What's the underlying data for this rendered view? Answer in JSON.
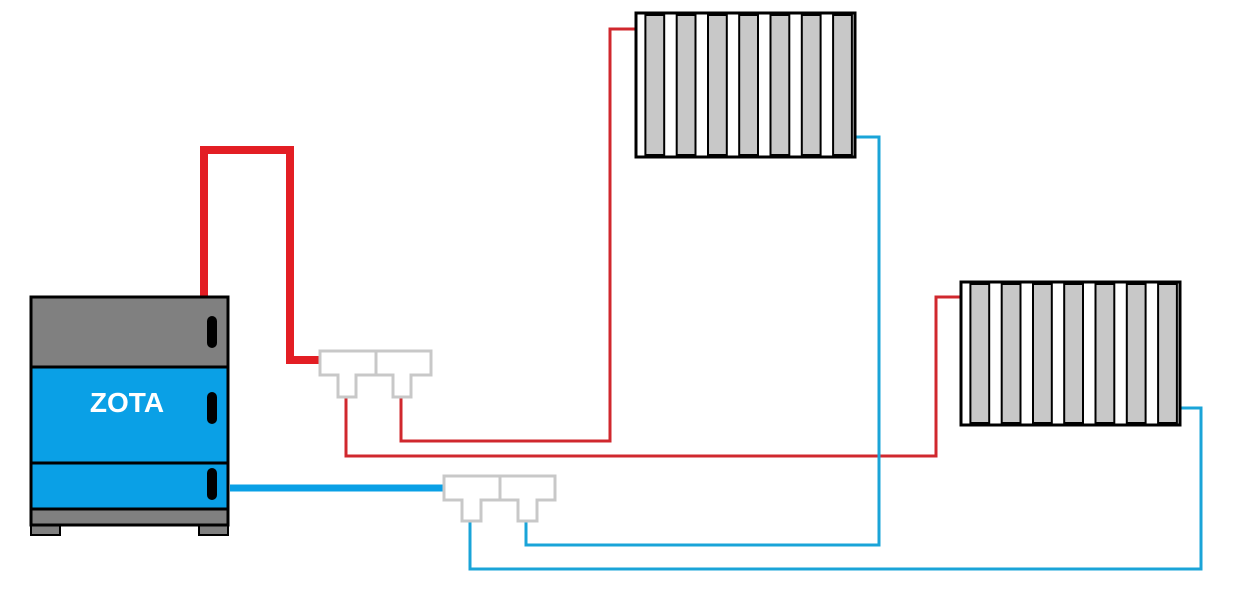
{
  "diagram": {
    "boiler": {
      "label": "ZOTA",
      "body_color": "#0aa0e6",
      "panel_color": "#808080"
    },
    "colors": {
      "supply": "#e31e24",
      "return": "#0aa0e6",
      "supply_thin": "#d0282e",
      "return_thin": "#1aa4d8",
      "radiator_fin": "#c8c8c8",
      "fitting": "#c8c8c8"
    },
    "radiators": [
      {
        "fins": 7
      },
      {
        "fins": 7
      }
    ]
  }
}
